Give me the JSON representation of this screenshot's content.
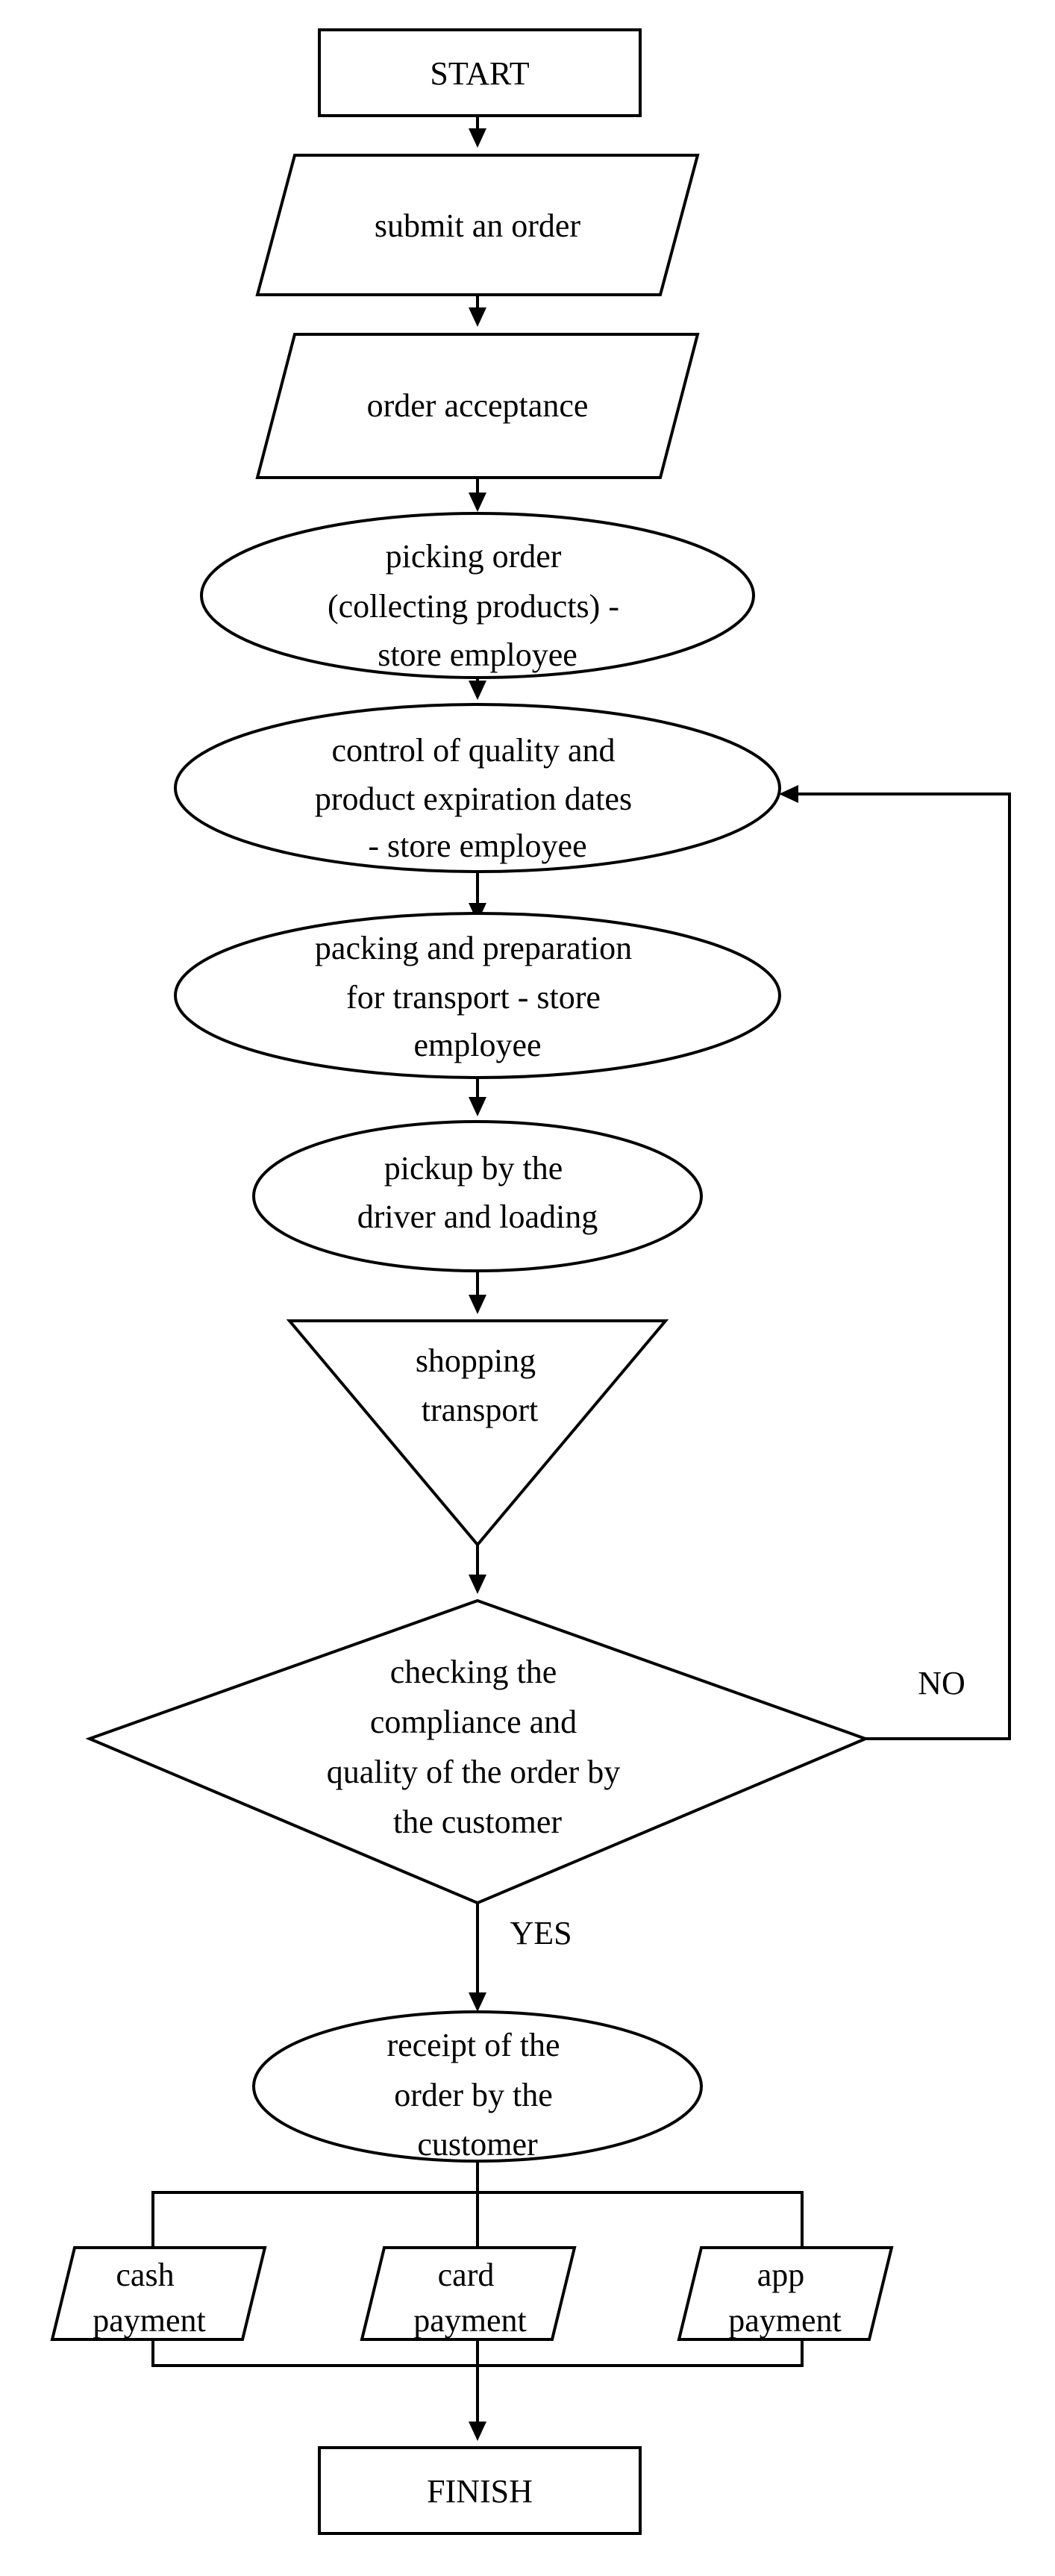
{
  "nodes": {
    "start": {
      "lines": [
        "START"
      ]
    },
    "submit_order": {
      "lines": [
        "submit an order"
      ]
    },
    "order_acceptance": {
      "lines": [
        "order acceptance"
      ]
    },
    "picking_order": {
      "lines": [
        "picking order",
        "(collecting products) -",
        "store employee"
      ]
    },
    "quality_control": {
      "lines": [
        "control of quality and",
        "product expiration dates",
        "- store employee"
      ]
    },
    "packing": {
      "lines": [
        "packing and preparation",
        "for transport - store",
        "employee"
      ]
    },
    "pickup": {
      "lines": [
        "pickup by the",
        "driver and loading"
      ]
    },
    "transport": {
      "lines": [
        "shopping",
        "transport"
      ]
    },
    "checking": {
      "lines": [
        "checking the",
        "compliance and",
        "quality of the order by",
        "the customer"
      ]
    },
    "receipt": {
      "lines": [
        "receipt of the",
        "order by the",
        "customer"
      ]
    },
    "cash_payment": {
      "lines": [
        "cash",
        "payment"
      ]
    },
    "card_payment": {
      "lines": [
        "card",
        "payment"
      ]
    },
    "app_payment": {
      "lines": [
        "app",
        "payment"
      ]
    },
    "finish": {
      "lines": [
        "FINISH"
      ]
    }
  },
  "edge_labels": {
    "no": "NO",
    "yes": "YES"
  }
}
